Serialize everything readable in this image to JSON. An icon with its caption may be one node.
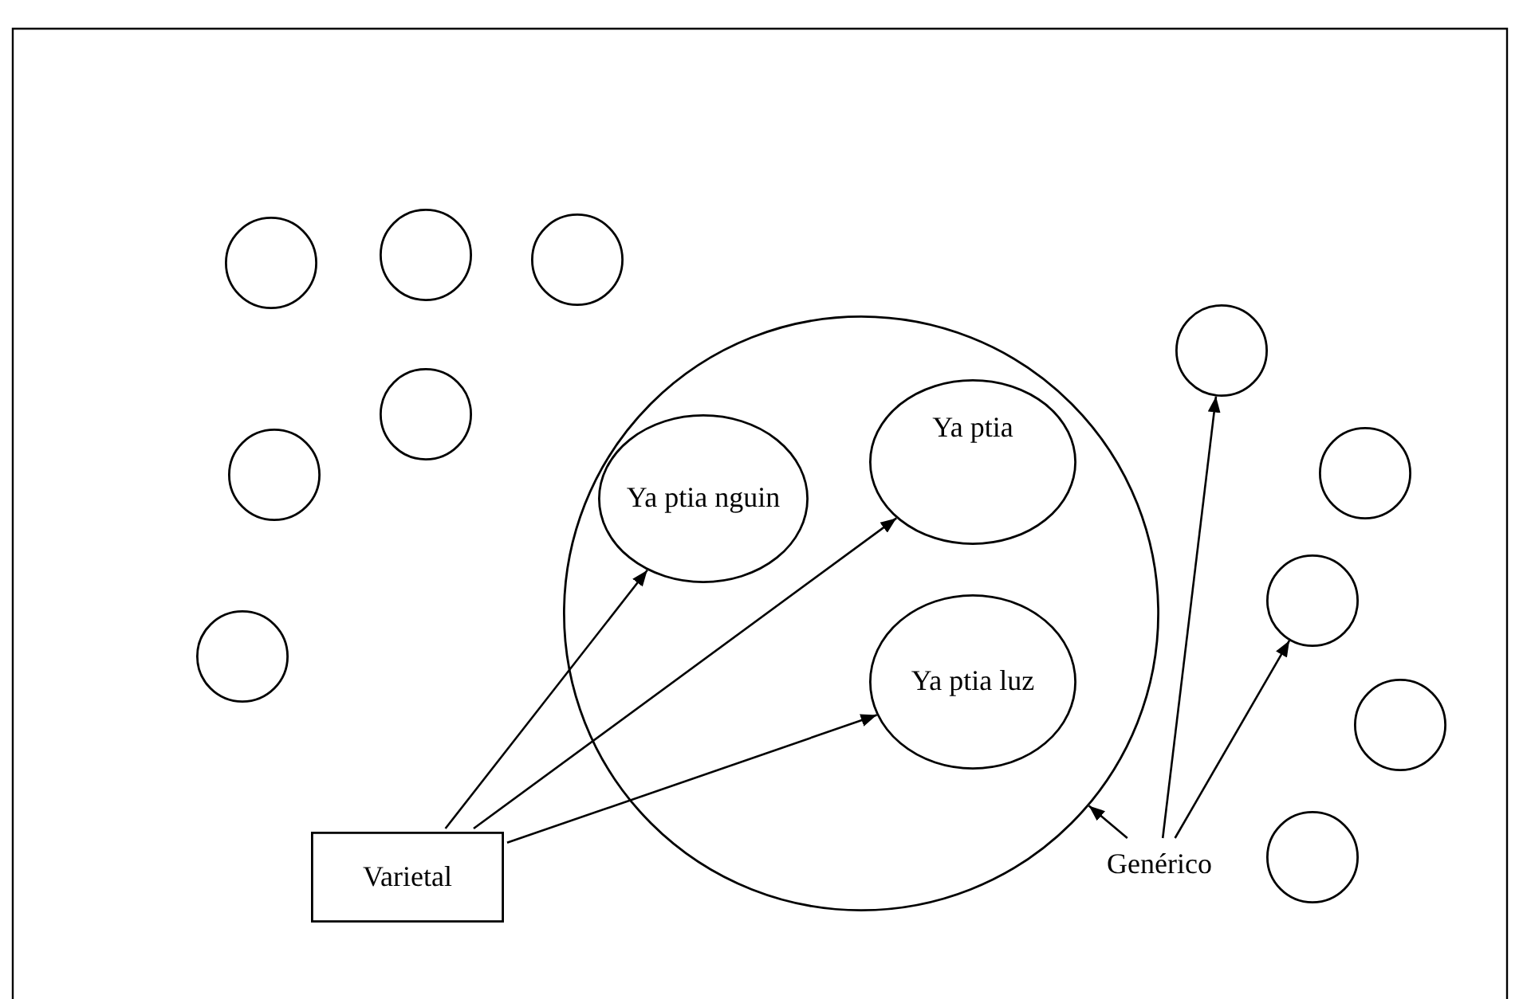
{
  "diagram": {
    "nodes": [
      {
        "text": [],
        "shape": "circle"
      },
      {
        "text": [],
        "shape": "circle"
      },
      {
        "text": [],
        "shape": "circle"
      },
      {
        "text": [],
        "shape": "circle"
      },
      {
        "text": [],
        "shape": "circle"
      },
      {
        "text": [],
        "shape": "circle"
      },
      {
        "text": [],
        "shape": "circle"
      },
      {
        "text": [
          "Ya ptia nguin"
        ],
        "in": 6
      },
      {
        "text": [
          "Ya ptia"
        ],
        "in": 6
      },
      {
        "text": [
          "Ya ptia luz"
        ],
        "in": 6
      },
      {
        "text": [],
        "shape": "circle"
      },
      {
        "text": [],
        "shape": "circle"
      },
      {
        "text": [],
        "shape": "circle"
      },
      {
        "text": [],
        "shape": "circle"
      },
      {
        "text": [],
        "shape": "circle"
      },
      {
        "text": [
          "Varietal"
        ]
      },
      {
        "text": [
          "Genérico"
        ]
      }
    ],
    "edges": [
      {
        "from": 15,
        "to": 7,
        "arrow": "to"
      },
      {
        "from": 15,
        "to": 8,
        "arrow": "to"
      },
      {
        "from": 15,
        "to": 9,
        "arrow": "to"
      },
      {
        "from": 16,
        "to": 6,
        "arrow": "to"
      },
      {
        "from": 16,
        "to": 10,
        "arrow": "to"
      },
      {
        "from": 16,
        "to": 12,
        "arrow": "to"
      }
    ]
  }
}
